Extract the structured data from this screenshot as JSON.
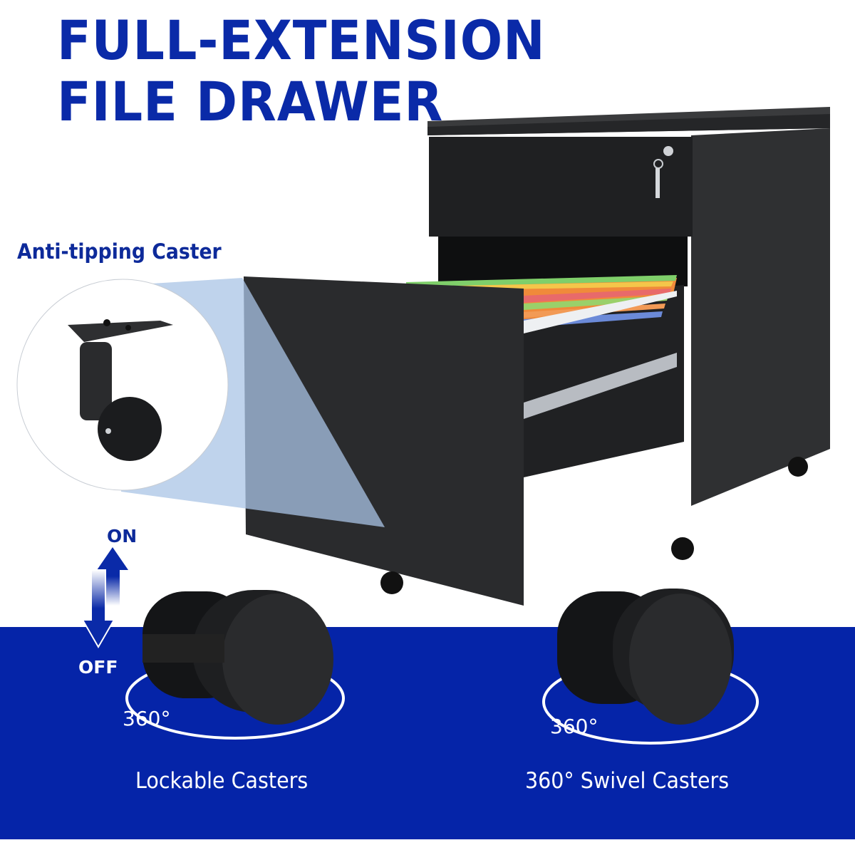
{
  "headline": {
    "line1": "FULL-EXTENSION",
    "line2": "FILE DRAWER",
    "color": "#0a2aa8"
  },
  "callout": {
    "label": "Anti-tipping Caster",
    "icon": "anti-tipping-caster-image"
  },
  "product": {
    "name": "mobile-file-cabinet",
    "color": "#2b2c2e",
    "features": [
      "lock-and-key",
      "full-extension-drawer",
      "hanging-file-folders",
      "ball-bearing-slide",
      "casters"
    ]
  },
  "lock_toggle": {
    "on_label": "ON",
    "off_label": "OFF"
  },
  "bottom_band": {
    "color": "#0524a8",
    "casters": [
      {
        "rotation_label": "360°",
        "caption": "Lockable Casters"
      },
      {
        "rotation_label": "360°",
        "caption": "360° Swivel Casters"
      }
    ]
  }
}
